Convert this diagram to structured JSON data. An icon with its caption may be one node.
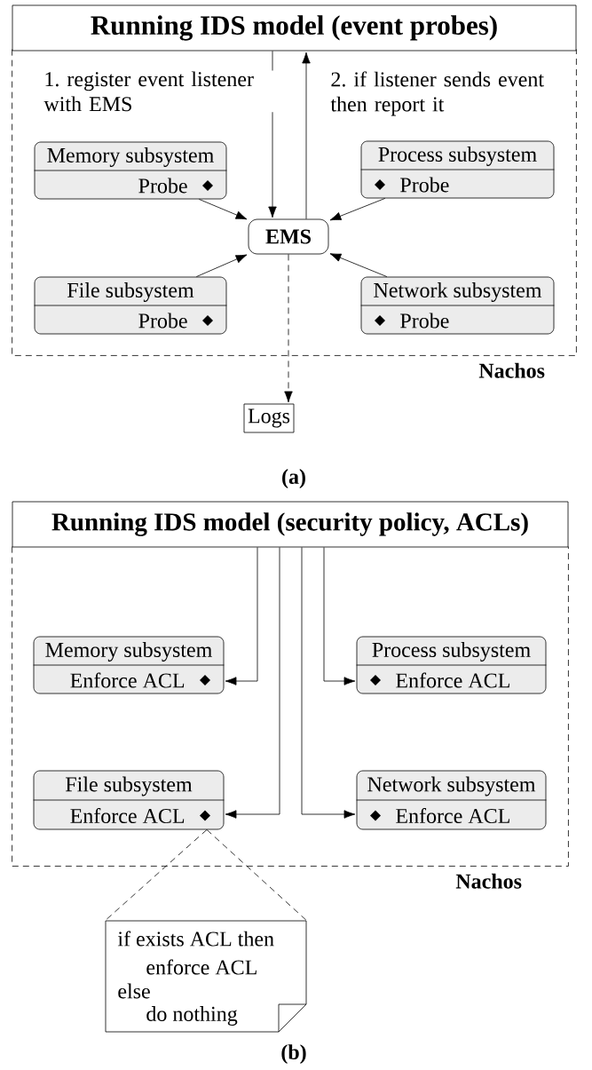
{
  "diagram": {
    "nodes": [
      {
        "text": [
          "Running IDS model (event probes)"
        ]
      },
      {
        "text": [
          "Nachos"
        ]
      },
      {
        "text": [
          "Memory subsystem",
          "Probe"
        ],
        "in": 1
      },
      {
        "text": [
          "Process subsystem",
          "Probe"
        ],
        "in": 1
      },
      {
        "text": [
          "EMS"
        ],
        "in": 1
      },
      {
        "text": [
          "File subsystem",
          "Probe"
        ],
        "in": 1
      },
      {
        "text": [
          "Network subsystem",
          "Probe"
        ],
        "in": 1
      },
      {
        "text": [
          "Logs"
        ]
      },
      {
        "text": [
          "Running IDS model (security policy, ACLs)"
        ]
      },
      {
        "text": [
          "Nachos"
        ]
      },
      {
        "text": [
          "Memory subsystem",
          "Enforce ACL"
        ],
        "in": 9
      },
      {
        "text": [
          "Process subsystem",
          "Enforce ACL"
        ],
        "in": 9
      },
      {
        "text": [
          "File subsystem",
          "Enforce ACL"
        ],
        "in": 9
      },
      {
        "text": [
          "Network subsystem",
          "Enforce ACL"
        ],
        "in": 9
      },
      {
        "text": [
          "if exists ACL then",
          "enforce ACL",
          "else",
          "do nothing"
        ]
      }
    ],
    "edges": [
      {
        "from": 0,
        "to": 4,
        "arrow": "to",
        "label": "1. register event listener with EMS"
      },
      {
        "from": 4,
        "to": 0,
        "arrow": "to",
        "label": "2. if listener sends event then report it"
      },
      {
        "from": 2,
        "to": 4,
        "arrow": "to"
      },
      {
        "from": 3,
        "to": 4,
        "arrow": "to"
      },
      {
        "from": 5,
        "to": 4,
        "arrow": "to"
      },
      {
        "from": 6,
        "to": 4,
        "arrow": "to"
      },
      {
        "from": 4,
        "to": 7,
        "arrow": "to",
        "style": "dashed"
      },
      {
        "from": 8,
        "to": 10,
        "arrow": "to"
      },
      {
        "from": 8,
        "to": 11,
        "arrow": "to"
      },
      {
        "from": 8,
        "to": 12,
        "arrow": "to"
      },
      {
        "from": 8,
        "to": 13,
        "arrow": "to"
      },
      {
        "from": 12,
        "to": 14,
        "arrow": "none",
        "style": "dashed"
      },
      {
        "from": 12,
        "to": 14,
        "arrow": "none",
        "style": "dashed"
      }
    ],
    "labels": [
      "(a)",
      "(b)"
    ]
  }
}
